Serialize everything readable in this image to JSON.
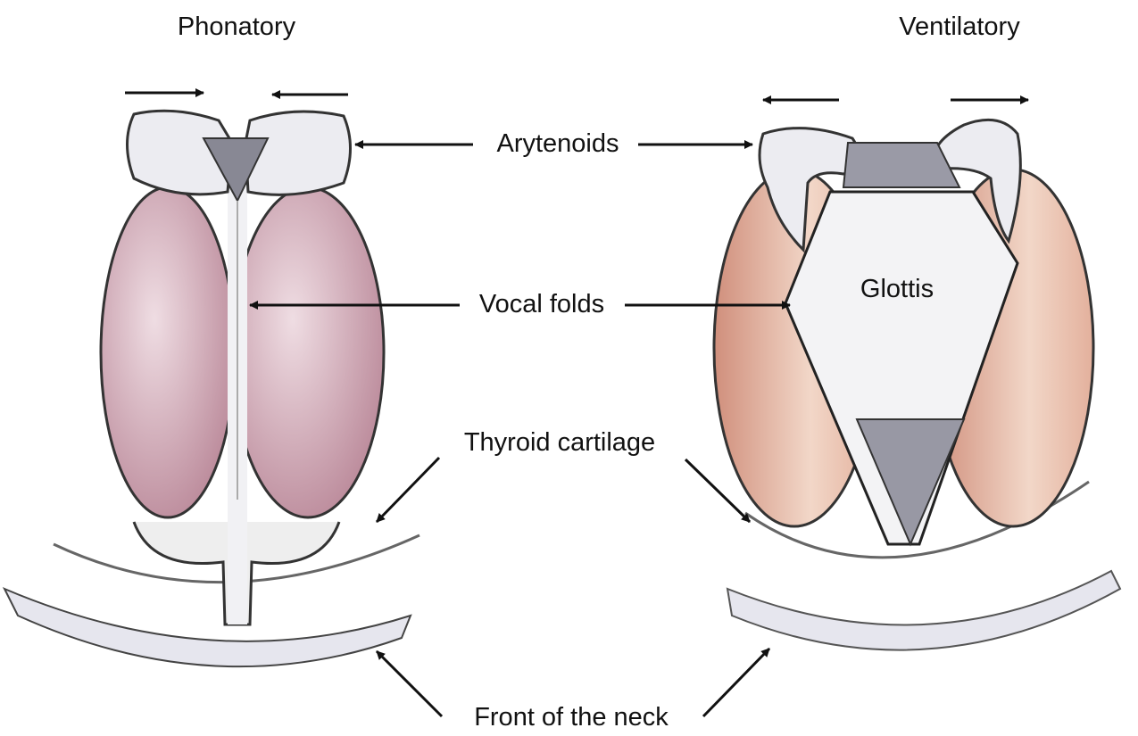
{
  "titles": {
    "left": "Phonatory",
    "right": "Ventilatory"
  },
  "labels": {
    "arytenoids": "Arytenoids",
    "vocal_folds": "Vocal folds",
    "glottis": "Glottis",
    "thyroid_cartilage": "Thyroid cartilage",
    "front_of_neck": "Front of the neck"
  },
  "colors": {
    "fold_pink": "#c99aa8",
    "fold_peach": "#d9a08c",
    "cartilage": "#e4e4ea",
    "outline": "#2a2a35",
    "glottis_fill": "#ececf0",
    "shadow": "#8a8a98"
  }
}
